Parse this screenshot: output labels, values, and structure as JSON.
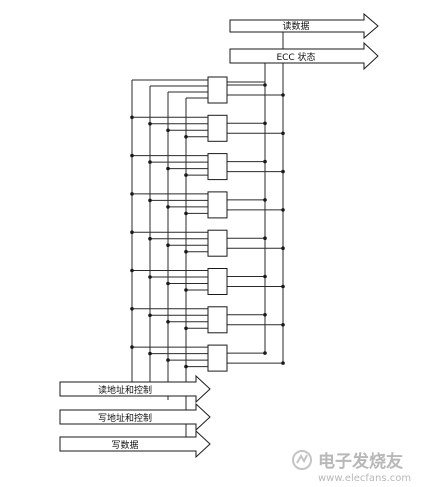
{
  "outputs": {
    "read_data": "读数据",
    "ecc_status": "ECC 状态"
  },
  "inputs": {
    "read_addr_ctrl": "读地址和控制",
    "write_addr_ctrl": "写地址和控制",
    "write_data": "写数据"
  },
  "memory_block_count": 8,
  "watermark": {
    "brand": "电子发烧友",
    "url": "www.elecfans.com"
  }
}
